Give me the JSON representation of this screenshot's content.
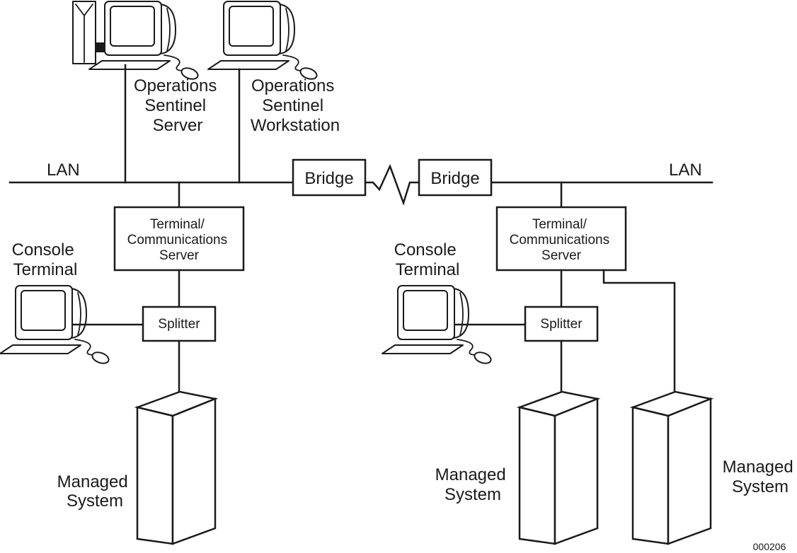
{
  "diagram": {
    "lan_left_label": "LAN",
    "lan_right_label": "LAN",
    "server": {
      "line1": "Operations",
      "line2": "Sentinel",
      "line3": "Server"
    },
    "workstation": {
      "line1": "Operations",
      "line2": "Sentinel",
      "line3": "Workstation"
    },
    "bridge_left": "Bridge",
    "bridge_right": "Bridge",
    "comm_server_left": {
      "line1": "Terminal/",
      "line2": "Communications",
      "line3": "Server"
    },
    "comm_server_right": {
      "line1": "Terminal/",
      "line2": "Communications",
      "line3": "Server"
    },
    "console_left": {
      "line1": "Console",
      "line2": "Terminal"
    },
    "console_right": {
      "line1": "Console",
      "line2": "Terminal"
    },
    "splitter_left": "Splitter",
    "splitter_right": "Splitter",
    "managed_left": {
      "line1": "Managed",
      "line2": "System"
    },
    "managed_mid": {
      "line1": "Managed",
      "line2": "System"
    },
    "managed_right": {
      "line1": "Managed",
      "line2": "System"
    },
    "figure_id": "000206"
  }
}
